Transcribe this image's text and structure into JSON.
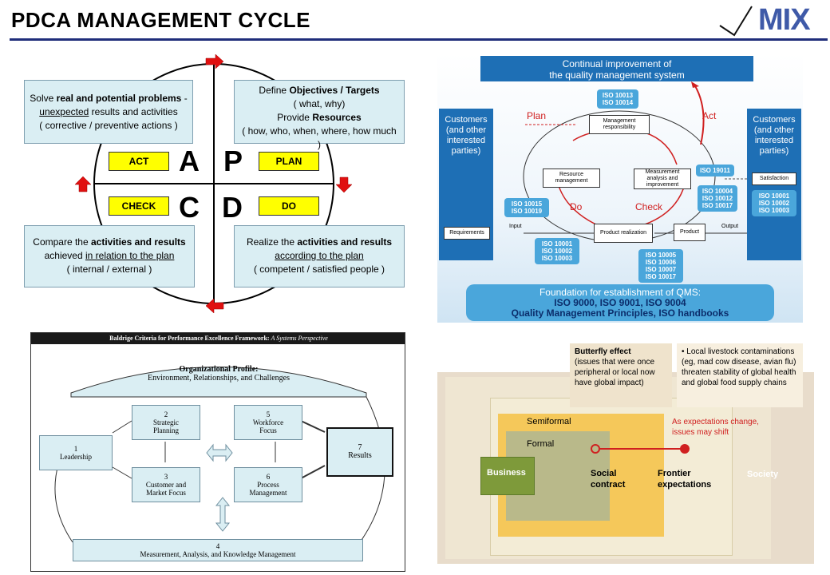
{
  "header": {
    "title": "PDCA MANAGEMENT CYCLE",
    "logo_text": "MIX"
  },
  "pdca": {
    "act_box": {
      "l1a": "Solve ",
      "l1b": "real and potential problems",
      "l1c": " -",
      "l2a": "unexpected",
      "l2b": " results and activities",
      "l3": "( corrective / preventive actions )"
    },
    "plan_box": {
      "l1a": "Define ",
      "l1b": "Objectives / Targets",
      "l2": "( what, why)",
      "l3a": "Provide ",
      "l3b": "Resources",
      "l4": "( how, who, when, where, how much )"
    },
    "check_box": {
      "l1a": "Compare the ",
      "l1b": "activities and results",
      "l2a": "achieved ",
      "l2b": "in relation to the plan",
      "l3": "( internal / external )"
    },
    "do_box": {
      "l1a": "Realize the ",
      "l1b": "activities and results",
      "l2": "according to the plan",
      "l3": "( competent / satisfied people )"
    },
    "labels": {
      "act": "ACT",
      "plan": "PLAN",
      "check": "CHECK",
      "do": "DO"
    },
    "letters": {
      "a": "A",
      "p": "P",
      "c": "C",
      "d": "D"
    },
    "colors": {
      "box_fill": "#daeef3",
      "button_fill": "#ffff00",
      "arrow": "#e01010"
    }
  },
  "iso": {
    "top_banner": {
      "l1": "Continual improvement of",
      "l2": "the quality management system"
    },
    "customers_left": "Customers (and other interested parties)",
    "customers_right": "Customers (and other interested parties)",
    "phases": {
      "plan": "Plan",
      "act": "Act",
      "do": "Do",
      "check": "Check"
    },
    "boxes": {
      "management": "Management responsibility",
      "resource": "Resource management",
      "measurement": "Measurement analysis and improvement",
      "product_realization": "Product realization",
      "product": "Product",
      "requirements": "Requirements",
      "satisfaction": "Satisfaction"
    },
    "flow": {
      "input": "Input",
      "output": "Output"
    },
    "badges": {
      "b_13_14": "ISO 10013\nISO 10014",
      "b_19011": "ISO 19011",
      "b_04_12_17": "ISO 10004\nISO 10012\nISO 10017",
      "b_15_19": "ISO 10015\nISO 10019",
      "b_01_02_03_left": "ISO 10001\nISO 10002\nISO 10003",
      "b_05_06_07_17": "ISO 10005\nISO 10006\nISO 10007\nISO 10017",
      "b_01_02_03_right": "ISO 10001\nISO 10002\nISO 10003"
    },
    "foundation": {
      "l1": "Foundation for establishment of QMS:",
      "l2": "ISO 9000, ISO 9001, ISO 9004",
      "l3": "Quality Management Principles, ISO handbooks"
    }
  },
  "baldrige": {
    "title_a": "Baldrige Criteria for Performance Excellence Framework:",
    "title_b": " A Systems Perspective",
    "profile": {
      "l1": "Organizational Profile:",
      "l2": "Environment, Relationships, and Challenges"
    },
    "boxes": {
      "leadership": {
        "num": "1",
        "label": "Leadership"
      },
      "strategic": {
        "num": "2",
        "l1": "Strategic",
        "l2": "Planning"
      },
      "customer": {
        "num": "3",
        "l1": "Customer and",
        "l2": "Market Focus"
      },
      "measurement": {
        "num": "4",
        "label": "Measurement, Analysis, and Knowledge Management"
      },
      "workforce": {
        "num": "5",
        "l1": "Workforce",
        "l2": "Focus"
      },
      "process": {
        "num": "6",
        "l1": "Process",
        "l2": "Management"
      },
      "results": {
        "num": "7",
        "label": "Results"
      }
    }
  },
  "butterfly": {
    "effect_title": "Butterfly effect",
    "effect_text": "(issues that were once peripheral or local now have global impact)",
    "bullet": "• Local livestock contaminations (eg, mad cow disease, avian flu) threaten stability of global health and global food supply chains",
    "expectations": "As expectations change, issues may shift",
    "zones": {
      "semiformal": "Semiformal",
      "formal": "Formal",
      "business": "Business",
      "social": "Social contract",
      "frontier": "Frontier expectations",
      "society": "Society"
    }
  }
}
